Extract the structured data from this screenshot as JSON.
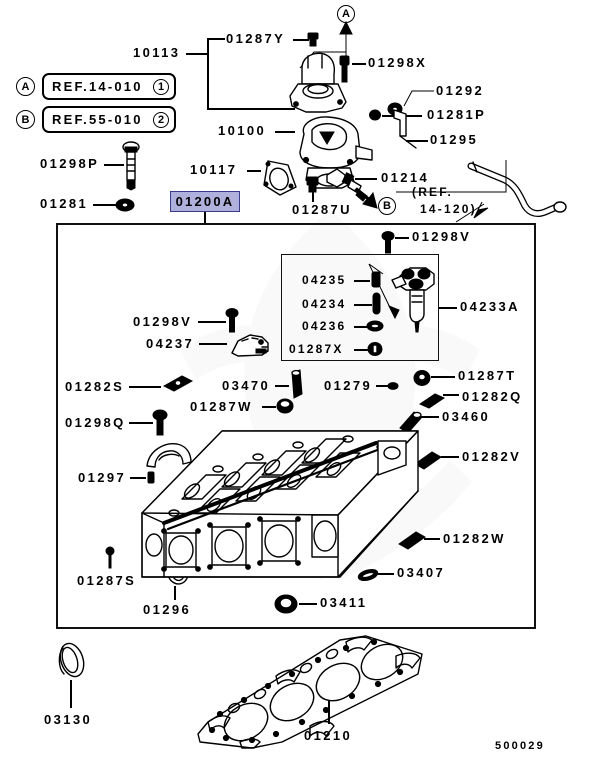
{
  "document": {
    "id_number": "500029",
    "diagram_type": "engine-parts-exploded-view",
    "highlighted_part": "01200A"
  },
  "reference_boxes": [
    {
      "marker": "A",
      "text": "REF.14-010",
      "index": "1"
    },
    {
      "marker": "B",
      "text": "REF.55-010",
      "index": "2"
    }
  ],
  "callout_markers": {
    "a_top": "A",
    "b_mid": "B",
    "b_ref_note_line1": "(REF.",
    "b_ref_note_line2": "14-120)"
  },
  "top_section_labels": [
    {
      "id": "10113",
      "text": "10113"
    },
    {
      "id": "01287Y",
      "text": "01287Y"
    },
    {
      "id": "01298X",
      "text": "01298X"
    },
    {
      "id": "01292",
      "text": "01292"
    },
    {
      "id": "01281P",
      "text": "01281P"
    },
    {
      "id": "01295",
      "text": "01295"
    },
    {
      "id": "10100",
      "text": "10100"
    },
    {
      "id": "10117",
      "text": "10117"
    },
    {
      "id": "01214",
      "text": "01214"
    },
    {
      "id": "01287U",
      "text": "01287U"
    },
    {
      "id": "01298P",
      "text": "01298P"
    },
    {
      "id": "01281",
      "text": "01281"
    },
    {
      "id": "01200A",
      "text": "01200A"
    }
  ],
  "inset_box_labels": [
    {
      "id": "04235",
      "text": "04235"
    },
    {
      "id": "04234",
      "text": "04234"
    },
    {
      "id": "04236",
      "text": "04236"
    },
    {
      "id": "01287X",
      "text": "01287X"
    },
    {
      "id": "04233A",
      "text": "04233A"
    }
  ],
  "main_box_labels": [
    {
      "id": "01298V_top",
      "text": "01298V"
    },
    {
      "id": "01298V_left",
      "text": "01298V"
    },
    {
      "id": "04237",
      "text": "04237"
    },
    {
      "id": "01282S",
      "text": "01282S"
    },
    {
      "id": "01298Q",
      "text": "01298Q"
    },
    {
      "id": "01297",
      "text": "01297"
    },
    {
      "id": "03470",
      "text": "03470"
    },
    {
      "id": "01287W",
      "text": "01287W"
    },
    {
      "id": "01279",
      "text": "01279"
    },
    {
      "id": "01287T",
      "text": "01287T"
    },
    {
      "id": "01282Q",
      "text": "01282Q"
    },
    {
      "id": "03460",
      "text": "03460"
    },
    {
      "id": "01282V",
      "text": "01282V"
    },
    {
      "id": "01282W",
      "text": "01282W"
    },
    {
      "id": "03407",
      "text": "03407"
    },
    {
      "id": "03411",
      "text": "03411"
    },
    {
      "id": "01287S",
      "text": "01287S"
    },
    {
      "id": "01296",
      "text": "01296"
    }
  ],
  "bottom_section_labels": [
    {
      "id": "03130",
      "text": "03130"
    },
    {
      "id": "01210",
      "text": "01210"
    }
  ],
  "colors": {
    "highlight_fill": "#b0b0dc",
    "highlight_border": "#3a3a8c",
    "line": "#000000",
    "watermark": "#d8d8d8",
    "background": "#ffffff"
  }
}
